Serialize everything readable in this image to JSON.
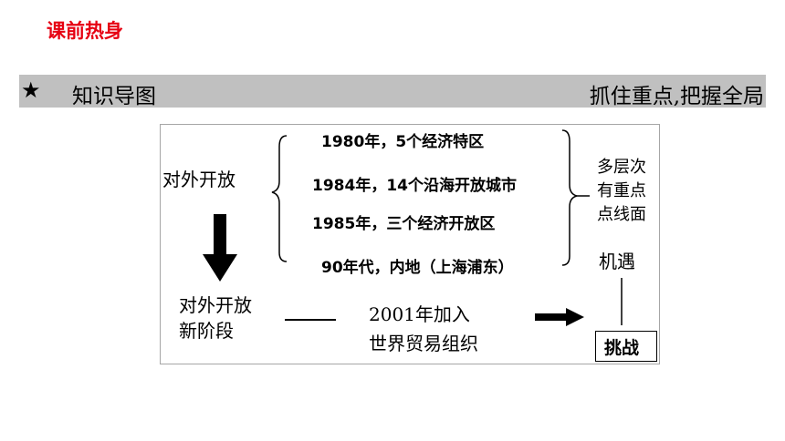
{
  "title": "课前热身",
  "band": {
    "left": "知识导图",
    "right": "抓住重点,把握全局"
  },
  "diagram": {
    "opening": "对外开放",
    "items": [
      "1980年，5个经济特区",
      "1984年，14个沿海开放城市",
      "1985年，三个经济开放区",
      "90年代，内地（上海浦东）"
    ],
    "pattern": [
      "多层次",
      "有重点",
      "点线面"
    ],
    "opportunity": "机遇",
    "new_stage": [
      "对外开放",
      "新阶段"
    ],
    "wto": [
      "2001年加入",
      "世界贸易组织"
    ],
    "challenge": "挑战"
  }
}
